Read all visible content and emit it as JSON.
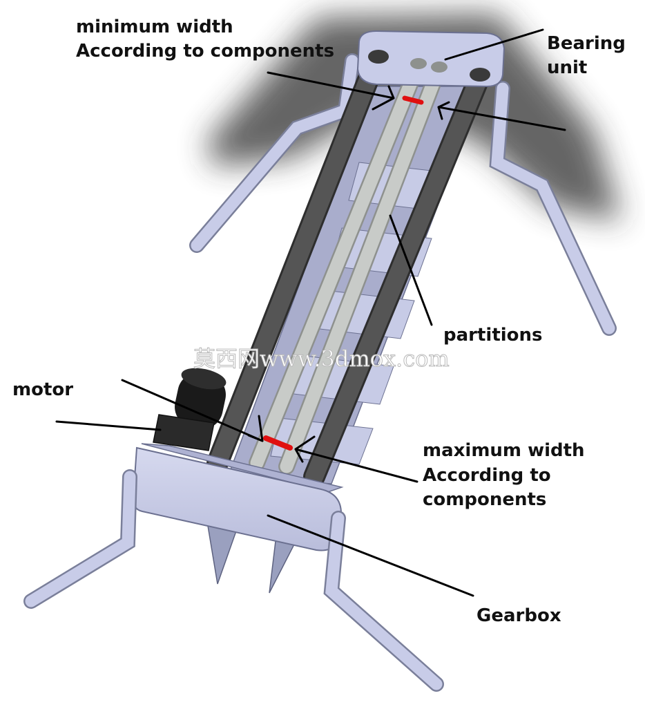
{
  "labels": {
    "min_width": [
      "minimum width",
      "According to components"
    ],
    "bearing_unit": [
      "Bearing",
      "unit"
    ],
    "partitions": [
      "partitions"
    ],
    "motor": [
      "motor"
    ],
    "max_width": [
      "maximum width",
      "According to",
      "components"
    ],
    "gearbox": [
      "Gearbox"
    ]
  },
  "watermark": "莫西网www.3dmox.com",
  "colors": {
    "frame": "#c8cce8",
    "frame_edge": "#7a7f9a",
    "dark_rod": "#4c4c4c",
    "light_rod": "#c4c7c4",
    "motor": "#1a1a1a",
    "marker": "#e01010"
  }
}
